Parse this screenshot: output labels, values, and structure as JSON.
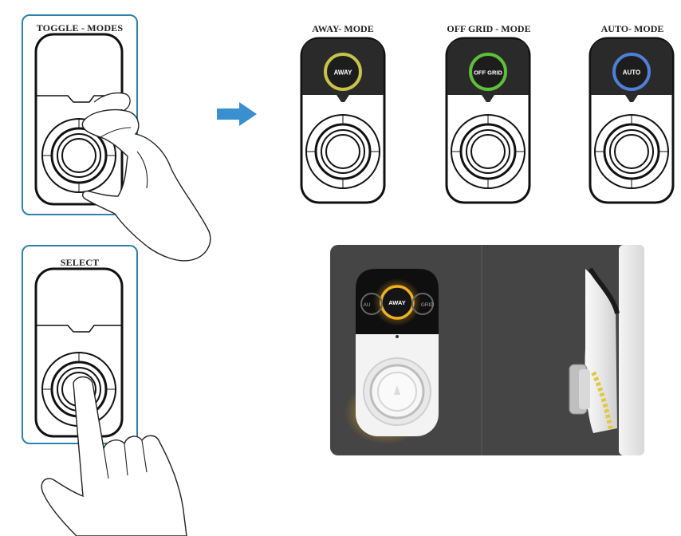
{
  "panels": {
    "toggle_label": "TOGGLE - MODES",
    "select_label": "SELECT"
  },
  "modes": [
    {
      "title": "AWAY- MODE",
      "button": "AWAY",
      "color": "#c8c34a"
    },
    {
      "title": "OFF GRID - MODE",
      "button": "OFF GRID",
      "color": "#5fbf3a"
    },
    {
      "title": "AUTO- MODE",
      "button": "AUTO",
      "color": "#4f7fd6"
    }
  ],
  "render": {
    "center": "AWAY",
    "left_partial": "AU",
    "right_partial": "GRID",
    "glow_color": "#f0b020"
  },
  "arrow_color": "#3a8fcf"
}
